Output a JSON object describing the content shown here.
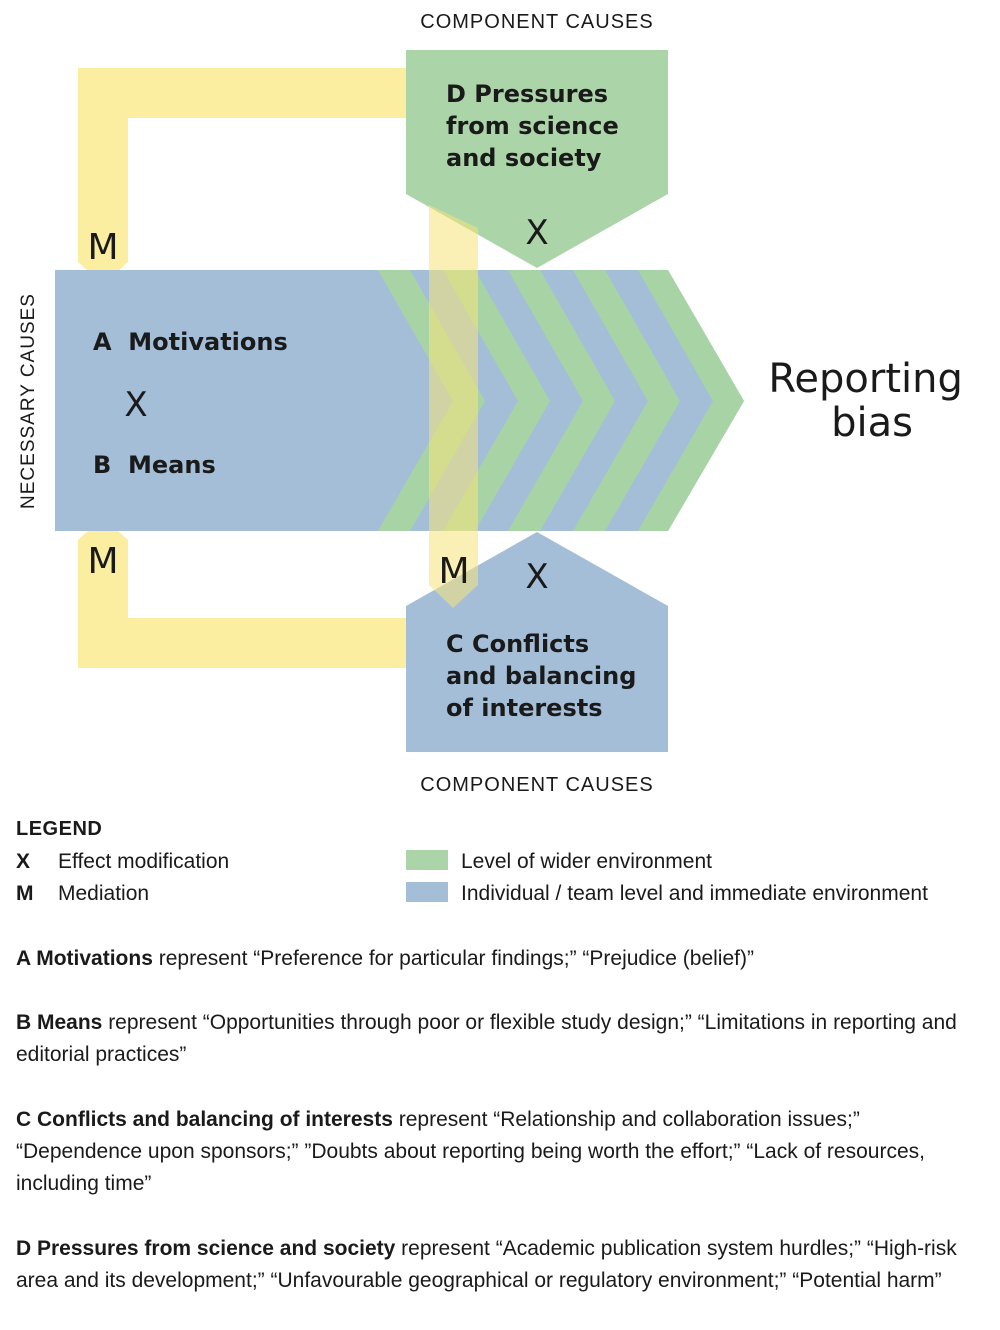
{
  "diagram": {
    "top_label": "COMPONENT CAUSES",
    "bottom_label": "COMPONENT CAUSES",
    "side_label": "NECESSARY CAUSES",
    "node_a": "A  Motivations",
    "node_b": "B  Means",
    "node_c": [
      "C  Conflicts",
      "and balancing",
      "of interests"
    ],
    "node_d": [
      "D  Pressures",
      "from science",
      "and society"
    ],
    "outcome": [
      "Reporting",
      "bias"
    ],
    "x_mark": "X",
    "m_mark": "M"
  },
  "legend": {
    "title": "LEGEND",
    "x_key": "X",
    "x_text": "Effect modification",
    "m_key": "M",
    "m_text": "Mediation",
    "green_text": "Level of wider environment",
    "blue_text": "Individual / team level and immediate environment"
  },
  "descriptions": [
    {
      "term": "A Motivations",
      "text": " represent “Preference for particular findings;” “Prejudice (belief)”"
    },
    {
      "term": "B Means",
      "text": " represent “Opportunities through poor or flexible study design;” “Limitations in reporting and editorial practices”"
    },
    {
      "term": "C Conflicts and balancing of interests",
      "text": " represent “Relationship and collaboration issues;” “Dependence upon sponsors;” ”Doubts about reporting being worth the effort;” “Lack of resources, including time”"
    },
    {
      "term": "D Pressures from science and society",
      "text": " represent “Academic publication system hurdles;” “High-risk area and its development;” “Unfavourable geographical or regulatory environment;” “Potential harm”"
    }
  ],
  "colors": {
    "green": "#9fd19e",
    "blue": "#9fbbd6",
    "yellow": "#fbeea0"
  }
}
